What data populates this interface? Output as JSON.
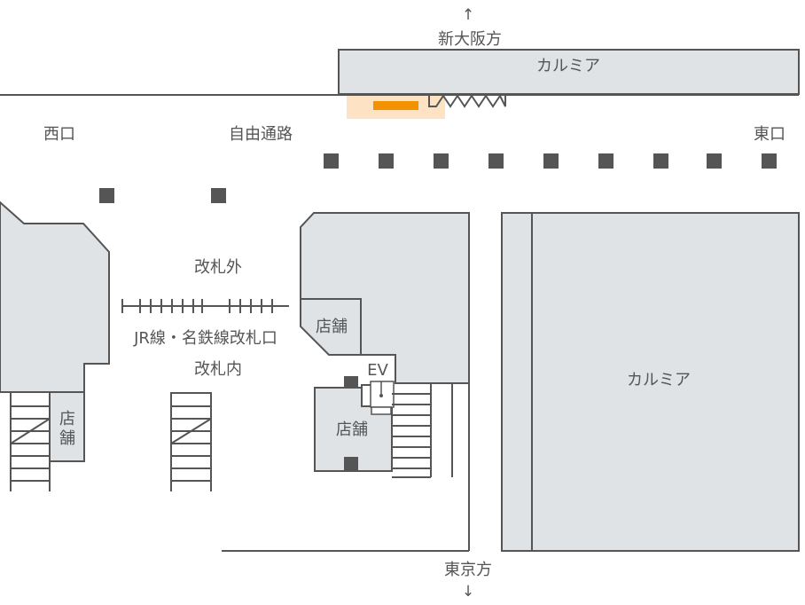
{
  "map": {
    "direction_top": "新大阪方",
    "direction_bottom": "東京方",
    "arrow_up": "↑",
    "arrow_down": "↓",
    "west_exit": "西口",
    "east_exit": "東口",
    "passage": "自由通路",
    "outside_gates": "改札外",
    "gate_name": "JR線・名鉄線改札口",
    "inside_gates": "改札内",
    "building_top": "カルミア",
    "building_right": "カルミア",
    "shop_1": "店舗",
    "shop_2": "店舗",
    "shop_3_line1": "店",
    "shop_3_line2": "舗",
    "elevator": "EV"
  },
  "colors": {
    "building_fill": "#dfe3e6",
    "line": "#555555",
    "highlight_bg": "#fde3c4",
    "highlight_bar": "#f39200"
  }
}
